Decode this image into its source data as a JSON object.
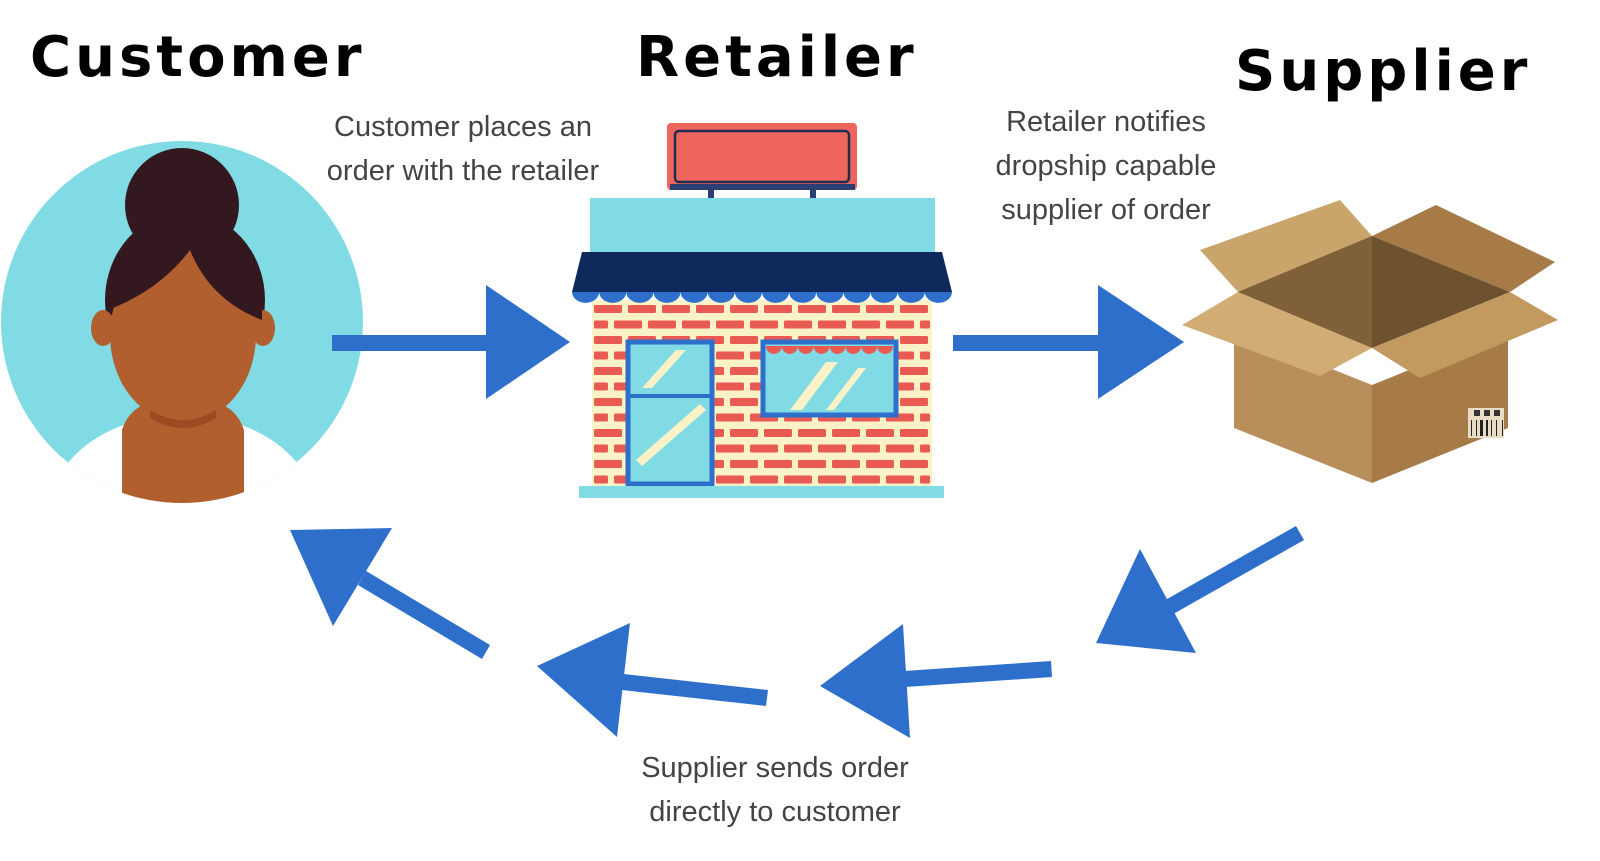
{
  "actors": {
    "customer": {
      "label": "Customer"
    },
    "retailer": {
      "label": "Retailer"
    },
    "supplier": {
      "label": "Supplier"
    }
  },
  "steps": [
    {
      "lines": [
        "Customer places an",
        "order with the retailer"
      ]
    },
    {
      "lines": [
        "Retailer notifies",
        "dropship capable",
        "supplier of order"
      ]
    },
    {
      "lines": [
        "Supplier sends order",
        "directly to customer"
      ]
    }
  ],
  "colors": {
    "arrow": "#2e6fcc",
    "customer_circle": "#80dbe4",
    "skin": "#b25f2f",
    "hair": "#331820",
    "brick": "#e85a52",
    "wall": "#fbf2c8",
    "awning": "#0e2a5c",
    "sign": "#ee655d",
    "box_front": "#b88f5b",
    "box_side": "#a67b47"
  },
  "icons": {
    "customer": "woman-avatar-icon",
    "retailer": "storefront-icon",
    "supplier": "cardboard-box-icon"
  }
}
